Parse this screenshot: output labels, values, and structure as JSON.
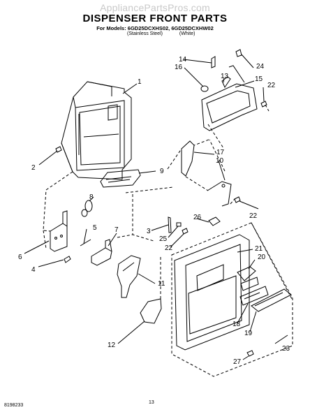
{
  "header": {
    "watermark": "AppliancePartsPros.com",
    "title": "DISPENSER FRONT PARTS",
    "models_line": "For Models: 6GD25DCXHS02, 6GD25DCXHW02",
    "variant_1": "(Stainless Steel)",
    "variant_2": "(White)"
  },
  "callouts": [
    "1",
    "2",
    "3",
    "4",
    "5",
    "6",
    "7",
    "8",
    "9",
    "10",
    "11",
    "12",
    "13",
    "14",
    "15",
    "16",
    "17",
    "18",
    "19",
    "20",
    "21",
    "22",
    "22",
    "22",
    "23",
    "24",
    "25",
    "26",
    "27"
  ],
  "footer": {
    "doc_number": "8198233",
    "page_number": "13"
  }
}
